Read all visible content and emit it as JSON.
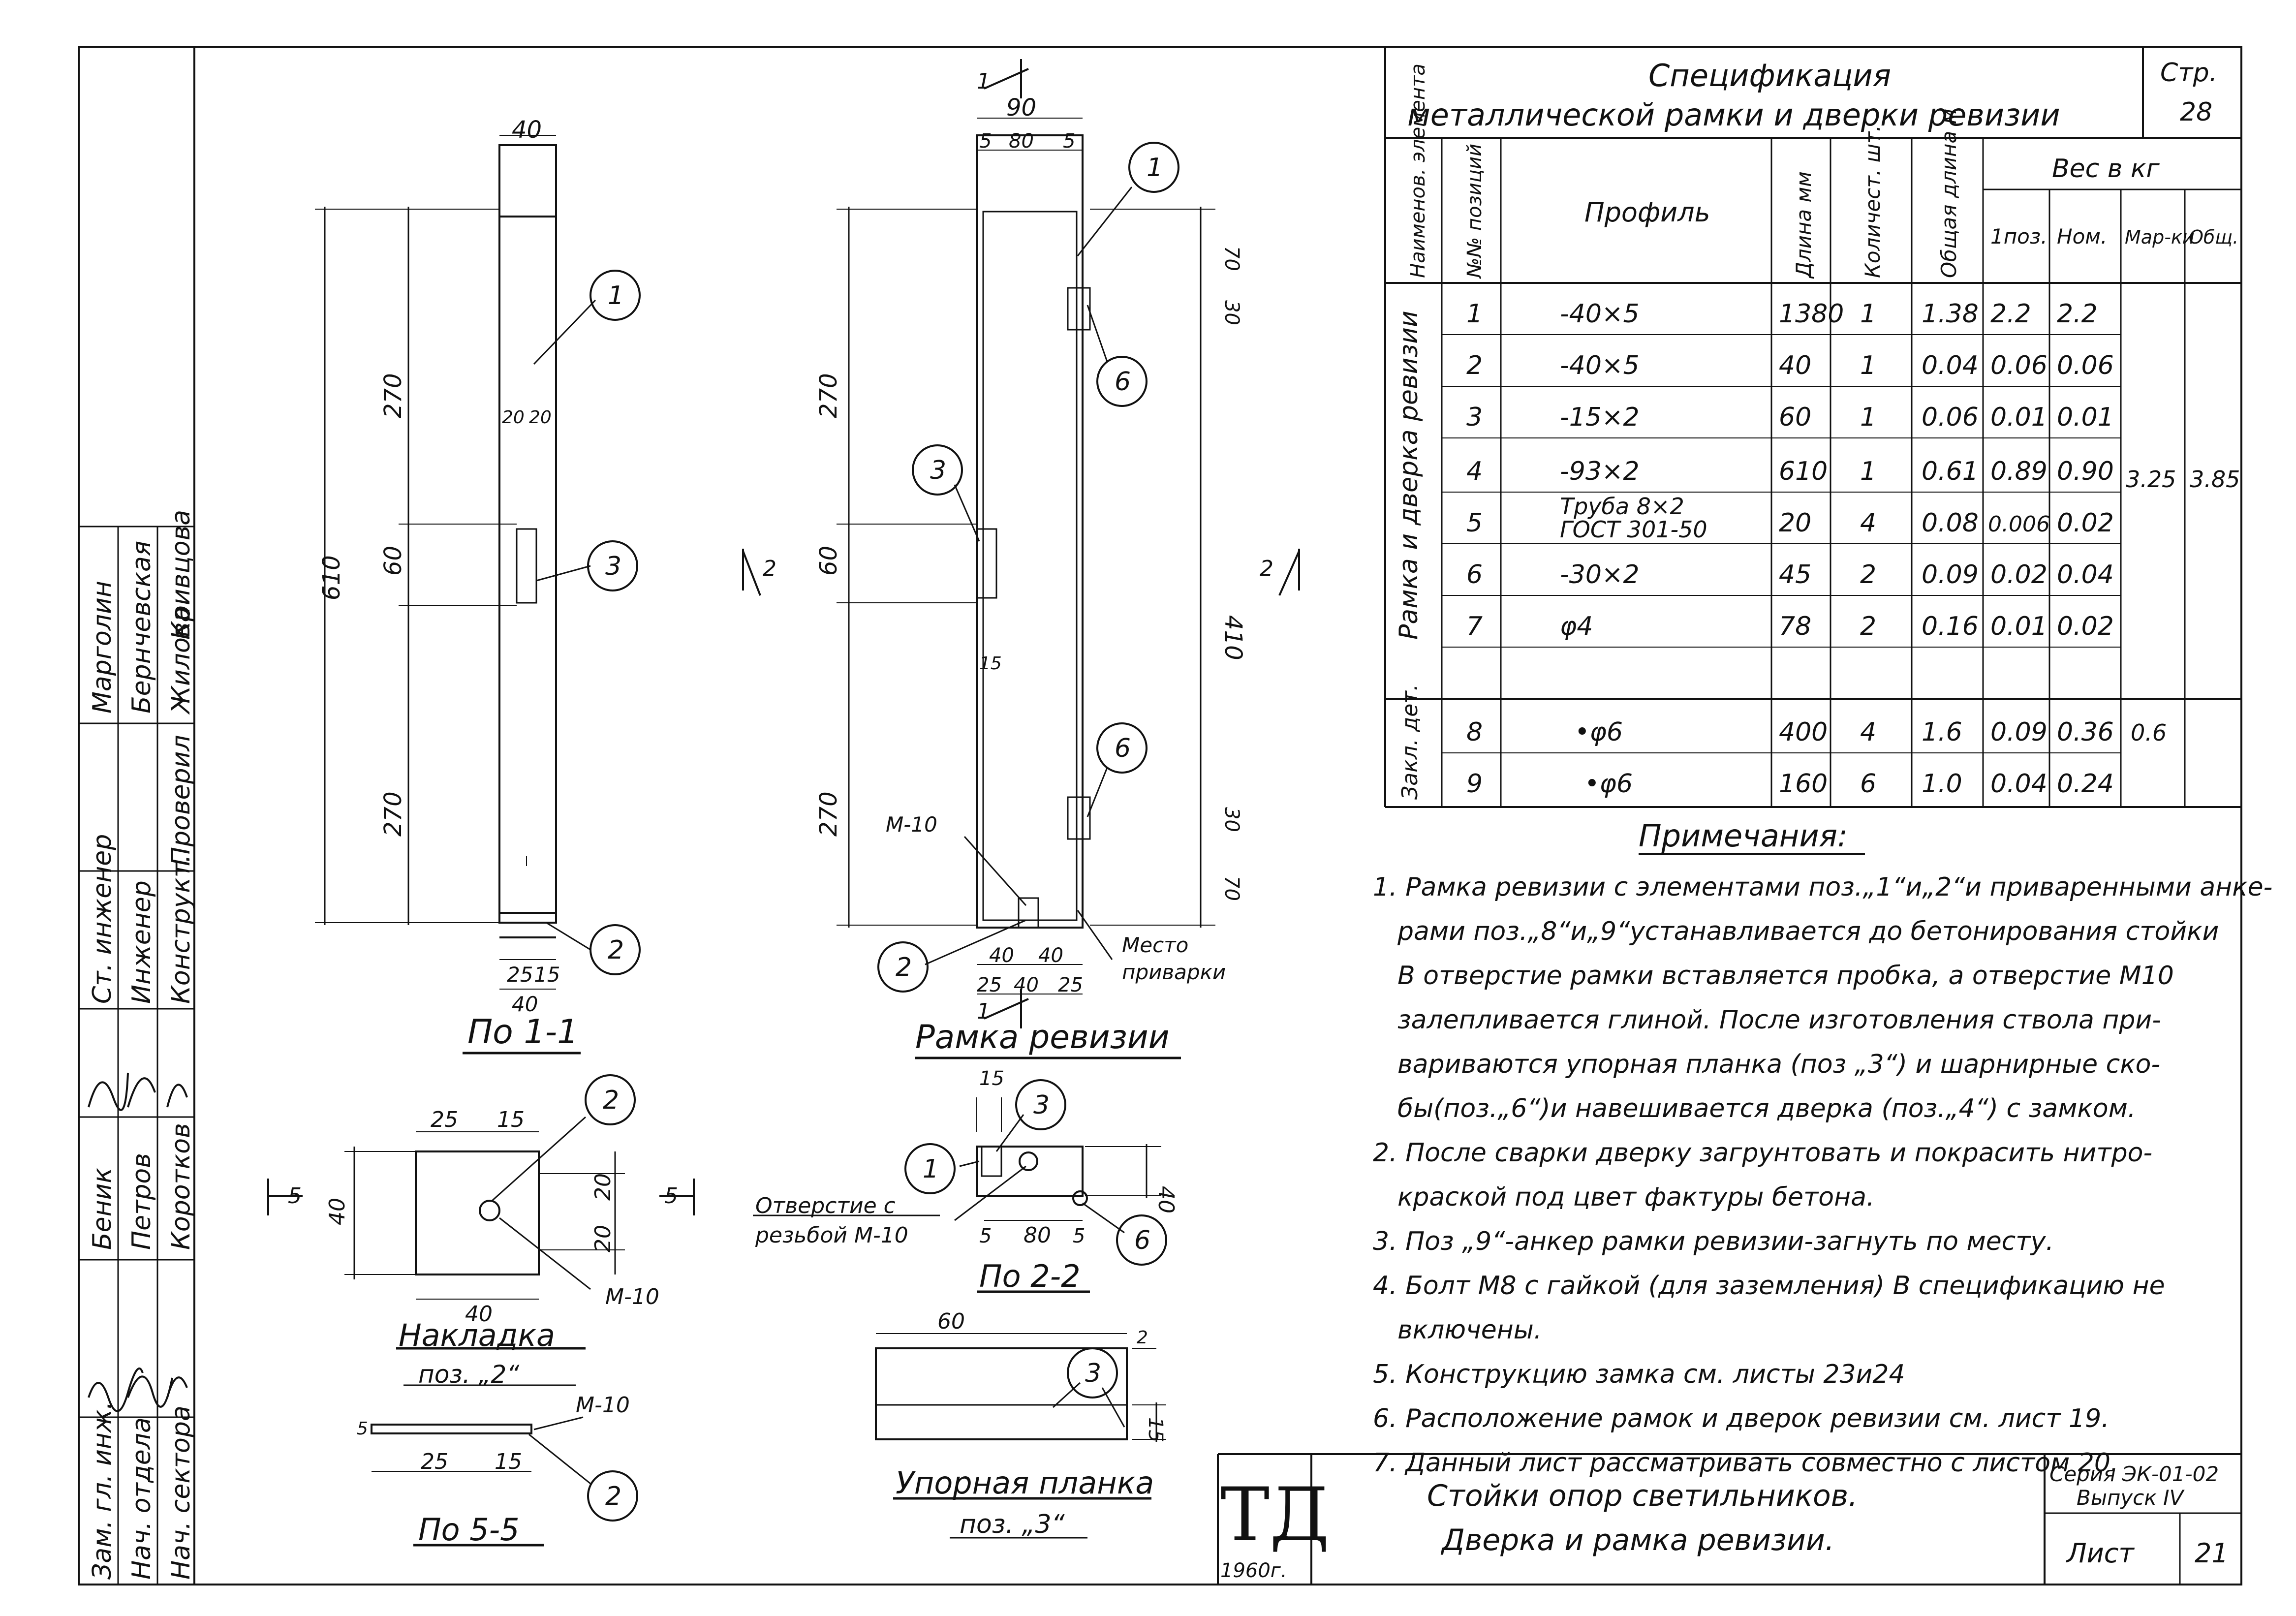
{
  "spec": {
    "title_line1": "Спецификация",
    "title_line2": "металлической рамки и дверки ревизии",
    "page_label": "Стр.",
    "page_num": "28",
    "headers": {
      "element": "Наименов. элемента",
      "pos": "№№ позиций",
      "profile": "Профиль",
      "length": "Длина мм",
      "qty": "Количест. шт.",
      "total_length": "Общая длина м",
      "weight": "Вес в кг",
      "w_pos": "1поз.",
      "w_nom": "Ном.",
      "w_mark": "Мар-ки",
      "w_total": "Общ."
    },
    "group1_label": "Рамка и дверка ревизии",
    "group2_label": "Закл. дет.",
    "rows": [
      {
        "pos": "1",
        "profile": "-40×5",
        "length": "1380",
        "qty": "1",
        "tl": "1.38",
        "w1": "2.2",
        "wn": "2.2"
      },
      {
        "pos": "2",
        "profile": "-40×5",
        "length": "40",
        "qty": "1",
        "tl": "0.04",
        "w1": "0.06",
        "wn": "0.06"
      },
      {
        "pos": "3",
        "profile": "-15×2",
        "length": "60",
        "qty": "1",
        "tl": "0.06",
        "w1": "0.01",
        "wn": "0.01"
      },
      {
        "pos": "4",
        "profile": "-93×2",
        "length": "610",
        "qty": "1",
        "tl": "0.61",
        "w1": "0.89",
        "wn": "0.90"
      },
      {
        "pos": "5",
        "profile": "Труба 8×2",
        "profile2": "ГОСТ 301-50",
        "length": "20",
        "qty": "4",
        "tl": "0.08",
        "w1": "0.006",
        "wn": "0.02"
      },
      {
        "pos": "6",
        "profile": "-30×2",
        "length": "45",
        "qty": "2",
        "tl": "0.09",
        "w1": "0.02",
        "wn": "0.04"
      },
      {
        "pos": "7",
        "profile": "φ4",
        "length": "78",
        "qty": "2",
        "tl": "0.16",
        "w1": "0.01",
        "wn": "0.02"
      },
      {
        "pos": "8",
        "profile": "•φ6",
        "length": "400",
        "qty": "4",
        "tl": "1.6",
        "w1": "0.09",
        "wn": "0.36"
      },
      {
        "pos": "9",
        "profile": "•φ6",
        "length": "160",
        "qty": "6",
        "tl": "1.0",
        "w1": "0.04",
        "wn": "0.24"
      }
    ],
    "mark_g1": "3.25",
    "total_g1": "3.85",
    "mark_g2": "0.6"
  },
  "notes": {
    "title": "Примечания:",
    "lines": [
      "1. Рамка ревизии с элементами поз.„1“и„2“и приваренными анке-",
      "рами поз.„8“и„9“устанавливается до бетонирования стойки",
      "В отверстие рамки вставляется пробка, а отверстие М10",
      "залепливается глиной. После изготовления ствола при-",
      "вариваются упорная планка (поз „3“) и шарнирные ско-",
      "бы(поз.„6“)и навешивается дверка (поз.„4“) с замком.",
      "2. После сварки дверку загрунтовать и покрасить нитро-",
      "краской под цвет фактуры бетона.",
      "3. Поз „9“-анкер рамки ревизии-загнуть по месту.",
      "4. Болт М8 с гайкой (для заземления) В спецификацию не",
      "включены.",
      "5. Конструкцию замка см. листы 23и24",
      "6. Расположение рамок и дверок ревизии см. лист 19.",
      "7. Данный лист рассматривать совместно с листом 20."
    ]
  },
  "titleblock": {
    "logo": "ТД",
    "year": "1960г.",
    "line1": "Стойки опор светильников.",
    "line2": "Дверка и рамка ревизии.",
    "series": "Серия ЭК-01-02",
    "issue": "Выпуск IV",
    "sheet_label": "Лист",
    "sheet_num": "21"
  },
  "stamp": {
    "roles": [
      "Зам. гл. инж.",
      "Нач. отдела",
      "Нач. сектора",
      "Ст. инженер",
      "Инженер",
      "Конструкт.",
      "Проверил"
    ],
    "names": [
      "Беник",
      "Петров",
      "Коротков",
      "Марголин",
      "Бернчевская",
      "Жилова",
      "Кривцова"
    ]
  },
  "views": {
    "v1_title": "По 1-1",
    "v2_title": "Рамка ревизии",
    "v3_title": "Накладка",
    "v3_sub": "поз. „2“",
    "v4_title": "По 2-2",
    "v5_title": "Упорная планка",
    "v5_sub": "поз. „3“",
    "v6_title": "По 5-5"
  },
  "dims": {
    "d40": "40",
    "d90": "90",
    "d5": "5",
    "d80": "80",
    "d25": "25",
    "d15": "15",
    "d20": "20",
    "d60": "60",
    "d270": "270",
    "d610": "610",
    "d410": "410",
    "d70": "70",
    "d30": "30",
    "d2": "2",
    "d8": "80"
  },
  "labels": {
    "m10": "М-10",
    "mesto": "Место",
    "privarki": "приварки",
    "otv1": "Отверстие с",
    "otv2": "резьбой М-10",
    "s1": "1",
    "s2": "2",
    "s5": "5"
  },
  "balloons": [
    "1",
    "2",
    "3",
    "6"
  ]
}
